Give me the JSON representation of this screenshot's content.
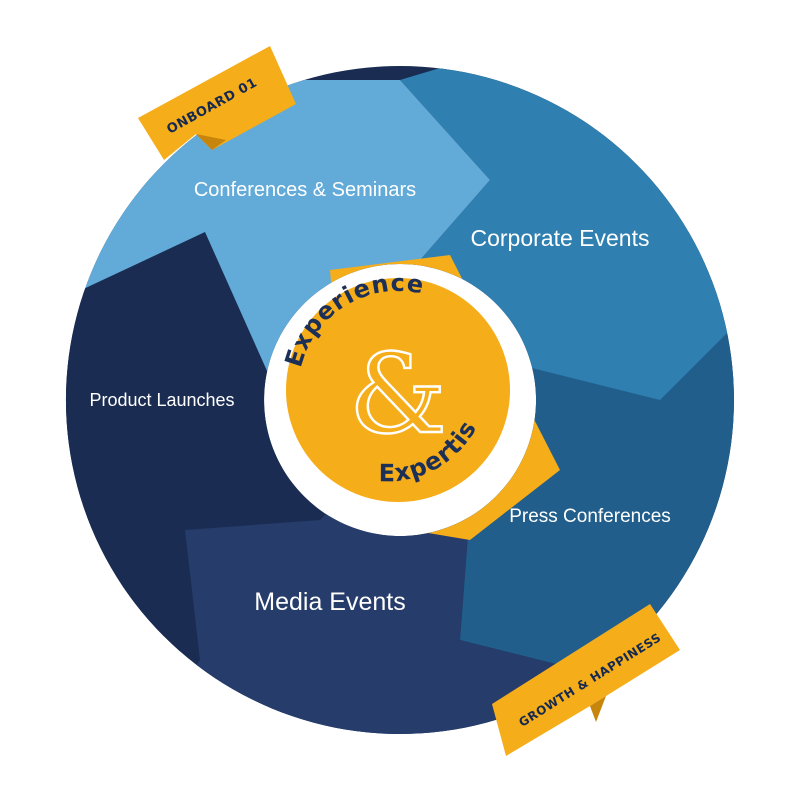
{
  "colors": {
    "light_blue": "#62aad8",
    "mid_blue": "#2f7fb0",
    "steel_blue": "#215e8b",
    "navy": "#263c6a",
    "dark_navy": "#1a2c52",
    "gold": "#f5ad1a",
    "gold_dark": "#e29a10"
  },
  "segments": [
    {
      "id": "conferences",
      "label": "Conferences & Seminars"
    },
    {
      "id": "corporate",
      "label": "Corporate Events"
    },
    {
      "id": "press",
      "label": "Press Conferences"
    },
    {
      "id": "media",
      "label": "Media Events"
    },
    {
      "id": "product",
      "label": "Product Launches"
    }
  ],
  "ribbons": {
    "top": "ONBOARD 01",
    "bottom": "GROWTH & HAPPINESS"
  },
  "center": {
    "top_word": "Experience",
    "symbol": "&",
    "bottom_word": "Expertise"
  }
}
